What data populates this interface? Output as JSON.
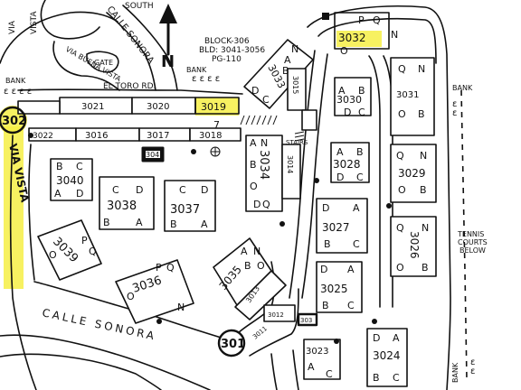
{
  "roads": {
    "calle_sonora_top": "CALLE SONORA",
    "calle_sonora_bottom": "CALLE SONORA",
    "el_toro": "EL TORO RD.",
    "via_buena_vista": "VIA BUENA VISTA",
    "via_vista_left": "VIA VISTA",
    "via_vista_top_a": "VIA",
    "via_vista_top_b": "VISTA",
    "south": "SOUTH",
    "gate": "GATE"
  },
  "route_markers": {
    "r302": "302",
    "r301": "301"
  },
  "block_info": {
    "line1": "BLOCK-306",
    "line2": "BLD: 3041-3056",
    "line3": "PG-110"
  },
  "labels": {
    "bank_left": "BANK",
    "bank_mid": "BANK",
    "bank_right": "BANK",
    "bank_bottom": "BANK",
    "stairs": "STAIRS",
    "tennis": "TENNIS COURTS BELOW",
    "tennis_a": "TENNIS",
    "tennis_b": "COURTS",
    "tennis_c": "BELOW",
    "north": "N",
    "highlight_note": "7"
  },
  "buildings": [
    {
      "num": "3021"
    },
    {
      "num": "3020"
    },
    {
      "num": "3019"
    },
    {
      "num": "3022"
    },
    {
      "num": "3016"
    },
    {
      "num": "3017"
    },
    {
      "num": "3018"
    },
    {
      "num": "304"
    },
    {
      "num": "3040"
    },
    {
      "num": "3038"
    },
    {
      "num": "3037"
    },
    {
      "num": "3039"
    },
    {
      "num": "3036"
    },
    {
      "num": "3034"
    },
    {
      "num": "3014"
    },
    {
      "num": "3035"
    },
    {
      "num": "3013"
    },
    {
      "num": "3015"
    },
    {
      "num": "3023"
    },
    {
      "num": "3024"
    },
    {
      "num": "3025"
    },
    {
      "num": "3027"
    },
    {
      "num": "3028"
    },
    {
      "num": "3029"
    },
    {
      "num": "3026"
    },
    {
      "num": "3030"
    },
    {
      "num": "3031"
    },
    {
      "num": "3032"
    },
    {
      "num": "3033"
    },
    {
      "num": "3012"
    },
    {
      "num": "3011"
    },
    {
      "num": "303"
    }
  ],
  "unit_letters": {
    "a": "A",
    "b": "B",
    "c": "C",
    "d": "D",
    "n": "N",
    "o": "O",
    "p": "P",
    "q": "Q"
  },
  "colors": {
    "highlight": "#f6ef45",
    "ink": "#111111",
    "paper": "#ffffff"
  }
}
